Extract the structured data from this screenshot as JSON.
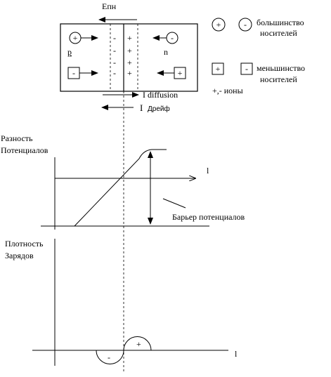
{
  "top": {
    "field_label": "Eпн",
    "p_label": "p",
    "n_label": "n",
    "neg_charges": [
      "-",
      "-",
      "-",
      "-"
    ],
    "pos_charges": [
      "+",
      "+",
      "+",
      "+"
    ],
    "plus_sign": "+",
    "minus_sign": "-",
    "i_diffusion": "I diffusion",
    "i_drift_letter": "I",
    "i_drift_word": "Дрейф"
  },
  "legend": {
    "majority_line1": "большинство",
    "majority_line2": "носителей",
    "minority_line1": "меньшинство",
    "minority_line2": "носителей",
    "ions": "+,- ионы"
  },
  "potential_graph": {
    "ylabel_line1": "Разность",
    "ylabel_line2": "Потенциалов",
    "axis_label": "l",
    "barrier_label": "Барьер потенциалов"
  },
  "charge_graph": {
    "ylabel_line1": "Плотность",
    "ylabel_line2": "Зарядов",
    "axis_label": "l",
    "neg_sign": "-",
    "pos_sign": "+"
  }
}
